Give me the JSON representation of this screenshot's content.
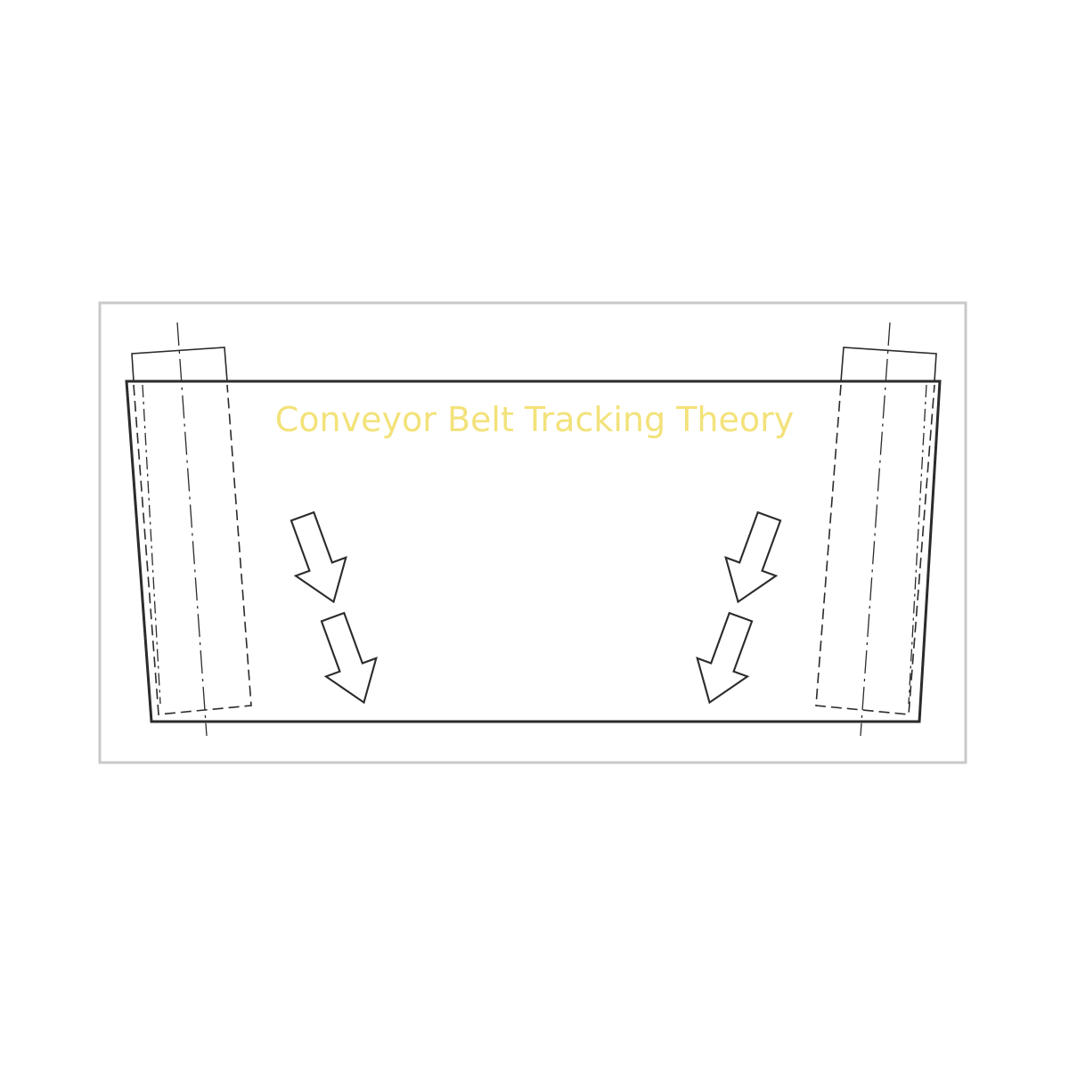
{
  "title": "Conveyor Belt Tracking Theory",
  "colors": {
    "background": "#ffffff",
    "frame_border": "#c9c9c9",
    "line": "#2b2b2b",
    "title": "#f3e27a"
  },
  "components": {
    "belt": "conveyor-belt",
    "idler_rollers": [
      "left-idler-roller",
      "right-idler-roller"
    ],
    "arrows": [
      "belt-drift-arrow",
      "belt-drift-arrow",
      "belt-drift-arrow",
      "belt-drift-arrow"
    ]
  }
}
